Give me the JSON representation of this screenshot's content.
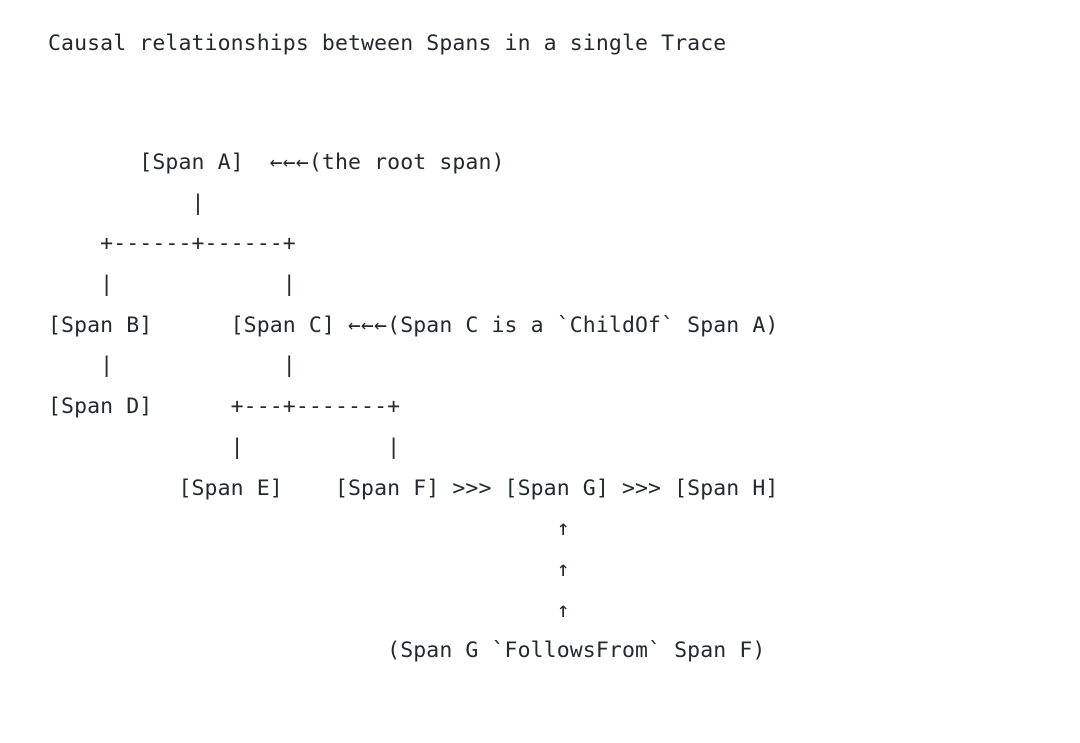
{
  "document": {
    "title": "Causal relationships between Spans in a single Trace",
    "background_color": "#ffffff",
    "text_color": "#24292e"
  },
  "diagram": {
    "type": "ascii-art-tree",
    "description": "Causal relationships between Spans in a single Trace",
    "nodes": [
      {
        "id": "A",
        "label": "[Span A]",
        "note": "(the root span)"
      },
      {
        "id": "B",
        "label": "[Span B]",
        "note": ""
      },
      {
        "id": "C",
        "label": "[Span C]",
        "note": "(Span C is a `ChildOf` Span A)"
      },
      {
        "id": "D",
        "label": "[Span D]",
        "note": ""
      },
      {
        "id": "E",
        "label": "[Span E]",
        "note": ""
      },
      {
        "id": "F",
        "label": "[Span F]",
        "note": ""
      },
      {
        "id": "G",
        "label": "[Span G]",
        "note": "(Span G `FollowsFrom` Span F)"
      },
      {
        "id": "H",
        "label": "[Span H]",
        "note": ""
      }
    ],
    "edges": [
      {
        "from": "A",
        "to": "B",
        "kind": "ChildOf"
      },
      {
        "from": "A",
        "to": "C",
        "kind": "ChildOf"
      },
      {
        "from": "B",
        "to": "D",
        "kind": "ChildOf"
      },
      {
        "from": "C",
        "to": "E",
        "kind": "ChildOf"
      },
      {
        "from": "C",
        "to": "F",
        "kind": "ChildOf"
      },
      {
        "from": "F",
        "to": "G",
        "kind": "FollowsFrom"
      },
      {
        "from": "G",
        "to": "H",
        "kind": "FollowsFrom"
      }
    ],
    "glyphs": {
      "left_arrow_marker": "←←←",
      "follows_from_marker": ">>>",
      "up_arrow": "↑",
      "branch_tee": "+",
      "horizontal": "-",
      "vertical": "|"
    },
    "lines": [
      "       [Span A]  ←←←(the root span)",
      "           |",
      "    +------+------+",
      "    |             |",
      "[Span B]      [Span C] ←←←(Span C is a `ChildOf` Span A)",
      "    |             |",
      "[Span D]      +---+-------+",
      "              |           |",
      "          [Span E]    [Span F] >>> [Span G] >>> [Span H]",
      "                                       ↑",
      "                                       ↑",
      "                                       ↑",
      "                          (Span G `FollowsFrom` Span F)"
    ]
  }
}
